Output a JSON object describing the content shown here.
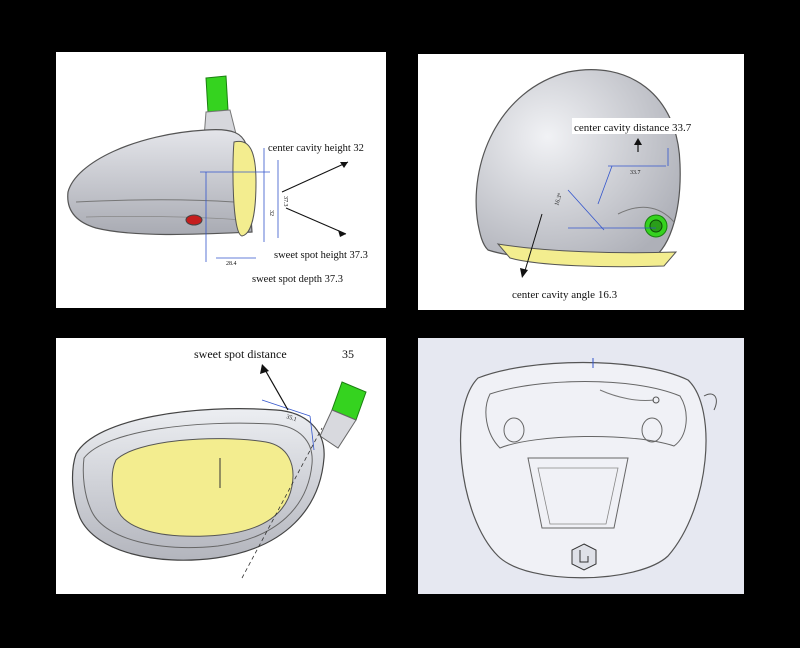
{
  "panels": {
    "side_view": {
      "center_cavity_height_label": "center cavity height 32",
      "sweet_spot_height_label": "sweet spot height 37.3",
      "sweet_spot_depth_label": "sweet spot depth 37.3",
      "dim_32": "32",
      "dim_37_3": "37.3",
      "dim_28_4": "28.4"
    },
    "rear_view": {
      "center_cavity_distance_label": "center cavity distance 33.7",
      "center_cavity_angle_label": "center cavity angle 16.3",
      "dim_33_7": "33.7",
      "dim_16_3": "16.3°"
    },
    "face_view": {
      "sweet_spot_distance_label": "sweet spot distance",
      "sweet_spot_distance_value": "35",
      "dim_35_1": "35.1"
    },
    "sole_view": {}
  },
  "colors": {
    "background": "#000000",
    "panel_bg": "#ffffff",
    "cad_bg": "#e6e8f1",
    "hosel_green": "#35d31f",
    "cavity_yellow": "#f3ed8f",
    "dimension_blue": "#3355cc",
    "body_gray": "#cfd0d6"
  }
}
